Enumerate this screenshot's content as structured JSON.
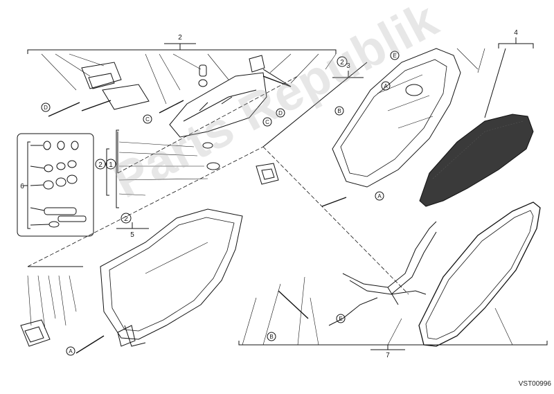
{
  "watermark": "Parts Republik",
  "drawing_code": "VST00996",
  "callouts": {
    "ref_2_top": "2",
    "ref_3": "3",
    "ref_2_right": "2",
    "ref_4": "4",
    "ref_1": "1",
    "ref_2_left": "2",
    "ref_6": "6",
    "ref_2_mid": "2",
    "ref_5": "5",
    "ref_7": "7"
  },
  "letters": {
    "d": "D",
    "c1": "C",
    "c2": "C",
    "d2": "D",
    "e1": "E",
    "b1": "B",
    "a1": "A",
    "a2": "A",
    "a3": "A",
    "b2": "B",
    "e2": "E"
  }
}
